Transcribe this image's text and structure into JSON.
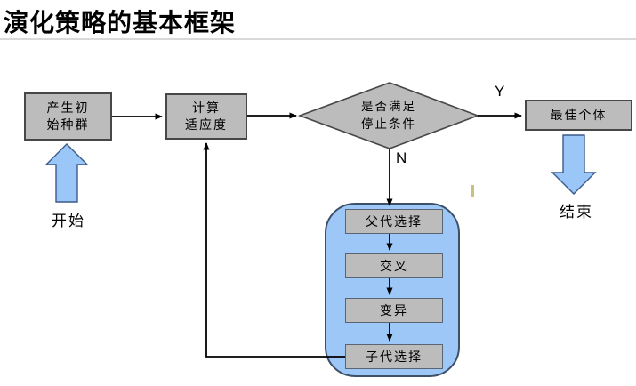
{
  "title": "演化策略的基本框架",
  "flowchart": {
    "nodes": {
      "init": "产生初\n始种群",
      "fitness": "计算\n适应度",
      "condition": "是否满足\n停止条件",
      "best": "最佳个体",
      "parent_select": "父代选择",
      "crossover": "交叉",
      "mutation": "变异",
      "offspring_select": "子代选择"
    },
    "labels": {
      "yes": "Y",
      "no": "N",
      "start": "开始",
      "end": "结束"
    },
    "colors": {
      "node_fill": "#bcbcbc",
      "node_border": "#474747",
      "inner_border": "#5a6472",
      "container_fill": "#9cc7f7",
      "container_border": "#3d5068",
      "arrow_fill": "#9ac6f8",
      "arrow_border": "#3a5a8a",
      "connector": "#000000",
      "cursor_mark": "#c6c184"
    }
  }
}
